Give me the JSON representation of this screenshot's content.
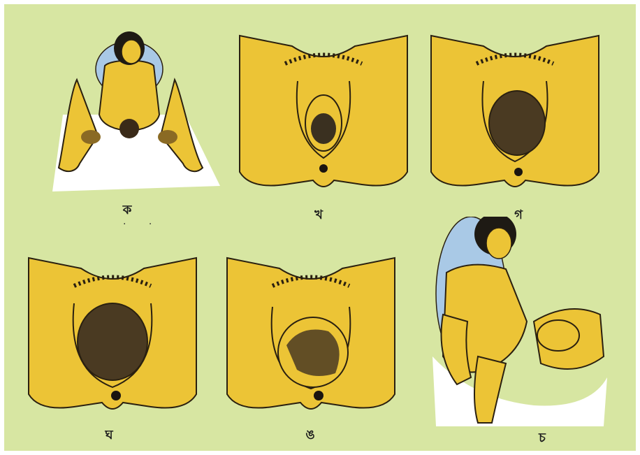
{
  "panels": [
    {
      "id": "ka",
      "label": "ক"
    },
    {
      "id": "kha",
      "label": "খ"
    },
    {
      "id": "ga",
      "label": "গ"
    },
    {
      "id": "gha",
      "label": "ঘ"
    },
    {
      "id": "uma",
      "label": "ঙ"
    },
    {
      "id": "ca",
      "label": "চ"
    }
  ],
  "colors": {
    "background": "#d7e6a2",
    "skin": "#ecc436",
    "outline": "#2a2010",
    "hair": "#1e1a14",
    "pillow": "#a9c9e6",
    "sheet": "#ffffff"
  }
}
